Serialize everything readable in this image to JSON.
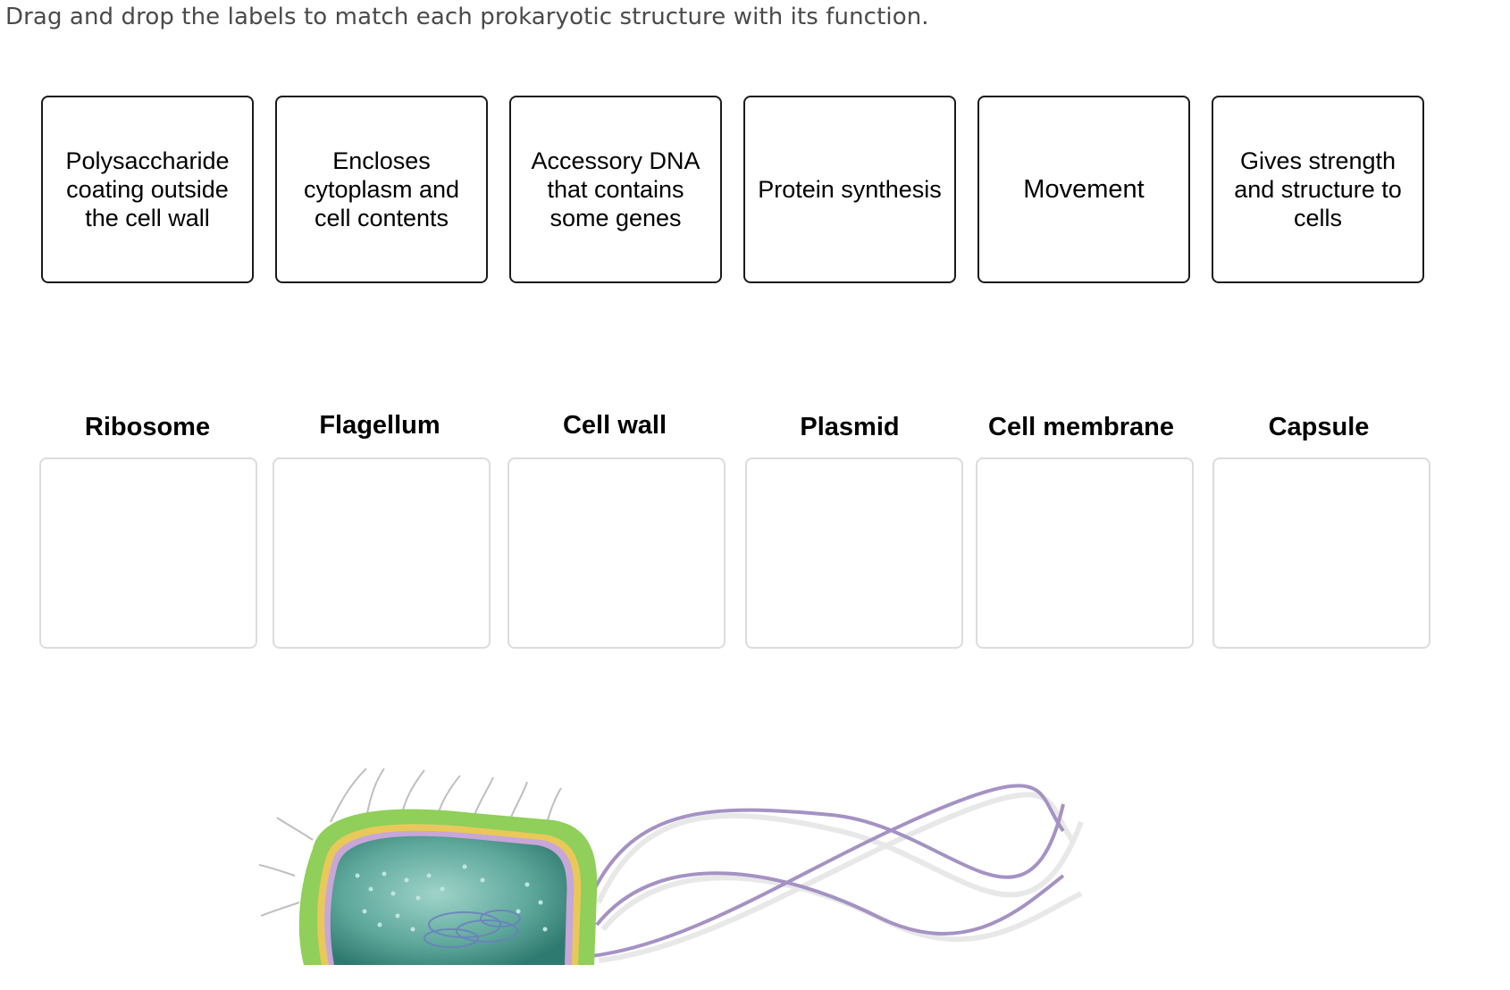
{
  "instruction": "Drag and drop the labels to match each prokaryotic structure with its function.",
  "labels": [
    {
      "text": "Polysaccharide coating outside the cell wall"
    },
    {
      "text": "Encloses cytoplasm and cell contents"
    },
    {
      "text": "Accessory DNA that contains some genes"
    },
    {
      "text": "Protein synthesis"
    },
    {
      "text": "Movement"
    },
    {
      "text": "Gives strength and structure to cells"
    }
  ],
  "structures": [
    {
      "name": "Ribosome"
    },
    {
      "name": "Flagellum"
    },
    {
      "name": "Cell wall"
    },
    {
      "name": "Plasmid"
    },
    {
      "name": "Cell membrane"
    },
    {
      "name": "Capsule"
    }
  ],
  "colors": {
    "capsule": "#8fcf5a",
    "cell_wall": "#e9c85a",
    "cytoplasm": "#5fa89c",
    "flagella": "#a592c4",
    "card_border": "#1a1a1a",
    "drop_border": "#dcdcdc",
    "instruction_text": "#4a4a4a"
  }
}
